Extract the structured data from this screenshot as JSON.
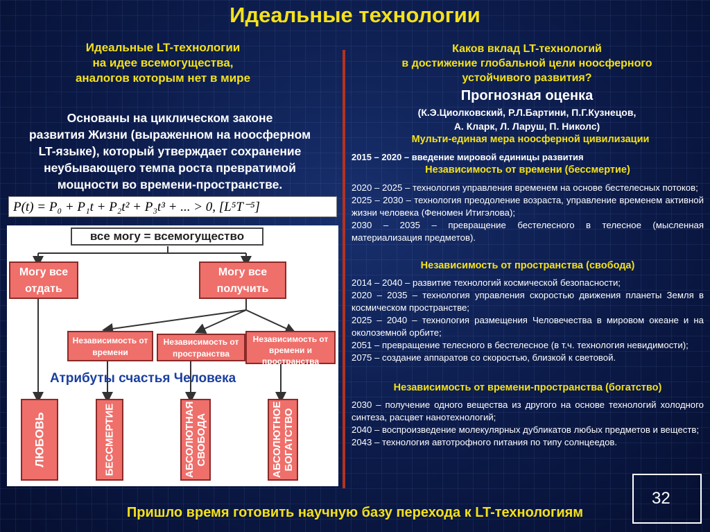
{
  "title": "Идеальные технологии",
  "left": {
    "heading": [
      "Идеальные LT-технологии",
      "на идее всемогущества,",
      "аналогов которым нет в мире"
    ],
    "paragraph": [
      "Основаны на циклическом законе",
      "развития Жизни (выраженном на ноосферном",
      "LT-языке), который утверждает сохранение",
      "неубывающего темпа роста превратимой",
      "мощности во времени-пространстве."
    ],
    "formula": "P(t) = P₀ + P₁t + P₂t² + P₃t³ + ... > 0,  [L⁵T⁻⁵]"
  },
  "diagram": {
    "top": "все могу = всемогущество",
    "give": "Могу все отдать",
    "receive": "Могу все получить",
    "independence": [
      "Независимость от времени",
      "Независимость от пространства",
      "Независимость от времени и пространства"
    ],
    "attributes_title": "Атрибуты счастья Человека",
    "attributes": [
      "ЛЮБОВЬ",
      "БЕССМЕРТИЕ",
      "АБСОЛЮТНАЯ СВОБОДА",
      "АБСОЛЮТНОЕ БОГАТСТВО"
    ]
  },
  "right": {
    "heading": [
      "Каков вклад LT-технологий",
      "в достижение глобальной цели ноосферного",
      "устойчивого развития?"
    ],
    "forecast": "Прогнозная оценка",
    "authors": [
      "(К.Э.Циолковский, Р.Л.Бартини, П.Г.Кузнецов,",
      "А. Кларк, Л. Ларуш, П. Николс)"
    ],
    "measure": "Мульти-единая мера ноосферной цивилизации",
    "first_item": "2015 – 2020 – введение мировой единицы развития",
    "sections": [
      {
        "title": "Независимость от времени (бессмертие)",
        "items": [
          "2020 – 2025 – технология управления временем на основе бестелесных потоков;",
          "2025 – 2030 – технология преодоление возраста, управление временем активной жизни человека (Феномен Итигэлова);",
          "2030 – 2035 – превращение бестелесного в телесное (мысленная материализация предметов)."
        ]
      },
      {
        "title": "Независимость от пространства (свобода)",
        "items": [
          "2014 – 2040 – развитие технологий космической безопасности;",
          "2020 – 2035 – технология управления скоростью движения планеты Земля в космическом пространстве;",
          "2025 – 2040 – технология размещения Человечества в мировом океане и на околоземной орбите;",
          "2051 – превращение телесного в бестелесное (в т.ч. технология невидимости);",
          "2075 – создание аппаратов со скоростью, близкой к световой."
        ]
      },
      {
        "title": "Независимость от времени-пространства (богатство)",
        "items": [
          "2030 – получение одного вещества из другого на основе технологий холодного синтеза, расцвет нанотехнологий;",
          "2040 – воспроизведение молекулярных дубликатов любых предметов и веществ;",
          "2043 – технология автотрофного питания по типу солнцеедов."
        ]
      }
    ]
  },
  "footer": "Пришло время готовить научную базу перехода к LT-технологиям",
  "page_number": "32"
}
